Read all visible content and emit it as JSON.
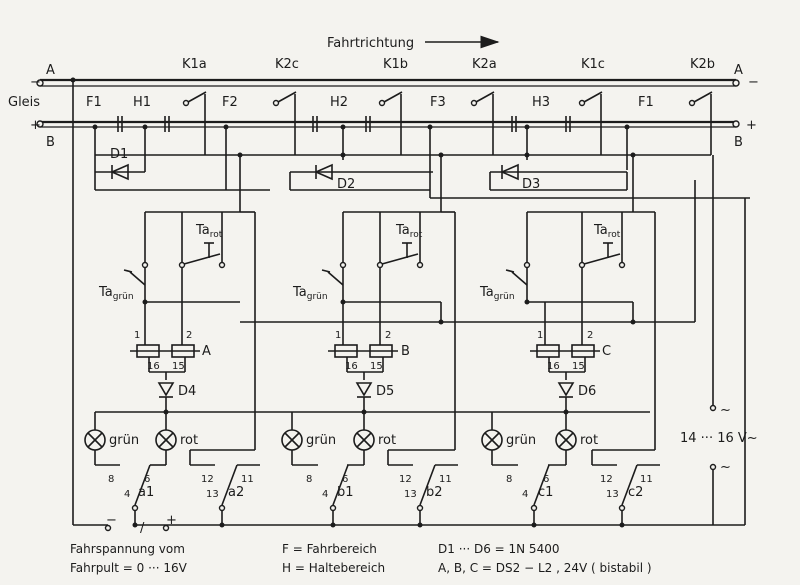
{
  "title": "Fahrtrichtung",
  "rails": {
    "top_left": "A",
    "top_left_sign": "−",
    "top_right": "A",
    "top_right_sign": "−",
    "bottom_left": "B",
    "bottom_left_sign": "+",
    "bottom_right": "B",
    "bottom_right_sign": "+",
    "track_label": "Gleis"
  },
  "relay_contacts": [
    "K1a",
    "K2c",
    "K1b",
    "K2a",
    "K1c",
    "K2b"
  ],
  "sections": [
    "F1",
    "H1",
    "F2",
    "H2",
    "F3",
    "H3",
    "F1"
  ],
  "diodes": [
    "D1",
    "D2",
    "D3",
    "D4",
    "D5",
    "D6"
  ],
  "buttons": {
    "ta": "Ta",
    "rot": "rot",
    "gruen": "grün"
  },
  "relays": [
    {
      "name": "A",
      "pin1": "1",
      "pin2": "2",
      "pin16": "16",
      "pin15": "15"
    },
    {
      "name": "B",
      "pin1": "1",
      "pin2": "2",
      "pin16": "16",
      "pin15": "15"
    },
    {
      "name": "C",
      "pin1": "1",
      "pin2": "2",
      "pin16": "16",
      "pin15": "15"
    }
  ],
  "lamps": {
    "green": "grün",
    "red": "rot"
  },
  "contact_groups": [
    {
      "a": "a1",
      "b": "a2"
    },
    {
      "a": "b1",
      "b": "b2"
    },
    {
      "a": "c1",
      "b": "c2"
    }
  ],
  "pins": {
    "p4": "4",
    "p6": "6",
    "p8": "8",
    "p11": "11",
    "p12": "12",
    "p13": "13"
  },
  "supply": {
    "tilde": "~",
    "voltage": "14 ··· 16 V~"
  },
  "throttle": {
    "minus": "−",
    "slash": "/",
    "plus": "+"
  },
  "legend": {
    "line1a": "Fahrspannung vom",
    "line1b": "Fahrpult = 0 ··· 16V",
    "f_def": "F  =  Fahrbereich",
    "h_def": "H  =  Haltebereich",
    "d_def": "D1 ··· D6  =  1N 5400",
    "relay_def": "A, B, C = DS2 − L2 , 24V  ( bistabil )"
  }
}
